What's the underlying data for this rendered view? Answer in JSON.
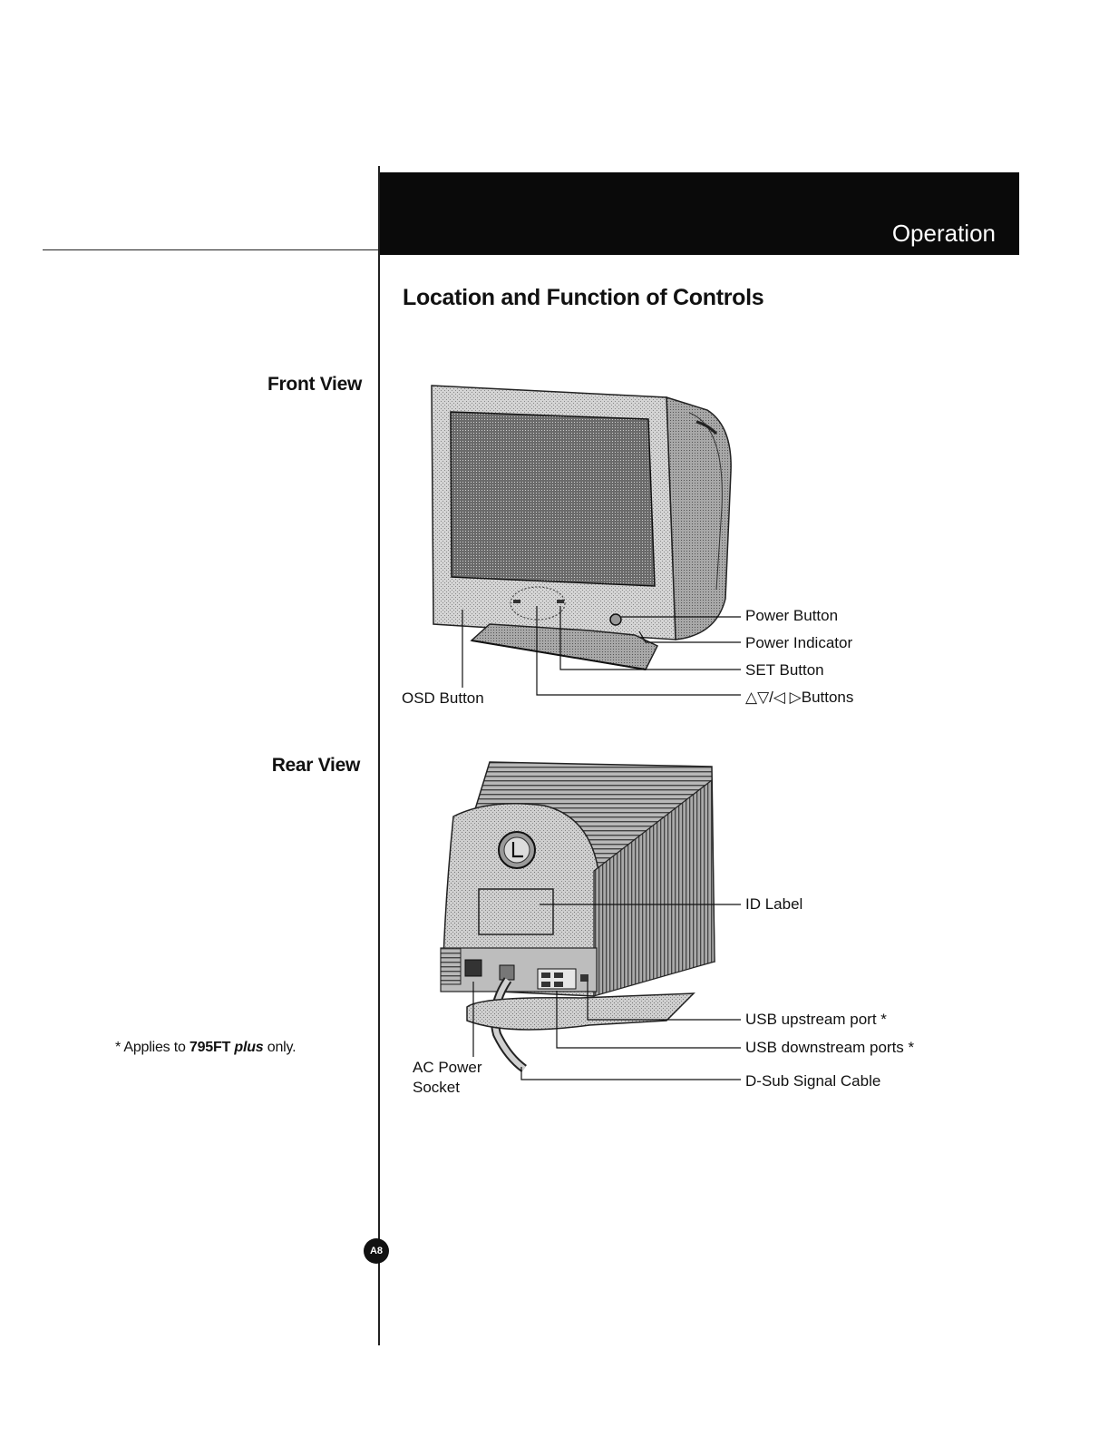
{
  "header": {
    "section_title": "Operation"
  },
  "page_title": "Location and Function of Controls",
  "front_view": {
    "heading": "Front View",
    "callouts": {
      "power_button": "Power Button",
      "power_indicator": "Power Indicator",
      "set_button": "SET Button",
      "osd_button": "OSD Button",
      "arrow_buttons": "△▽/◁ ▷Buttons"
    }
  },
  "rear_view": {
    "heading": "Rear View",
    "callouts": {
      "id_label": "ID Label",
      "usb_upstream": "USB upstream port *",
      "usb_downstream": "USB downstream ports *",
      "ac_power_line1": "AC Power",
      "ac_power_line2": "Socket",
      "dsub_cable": "D-Sub Signal Cable"
    }
  },
  "footnote": {
    "prefix": "* Applies to ",
    "model": "795FT",
    "model_suffix": "plus",
    "suffix": " only."
  },
  "page_number": "A8"
}
